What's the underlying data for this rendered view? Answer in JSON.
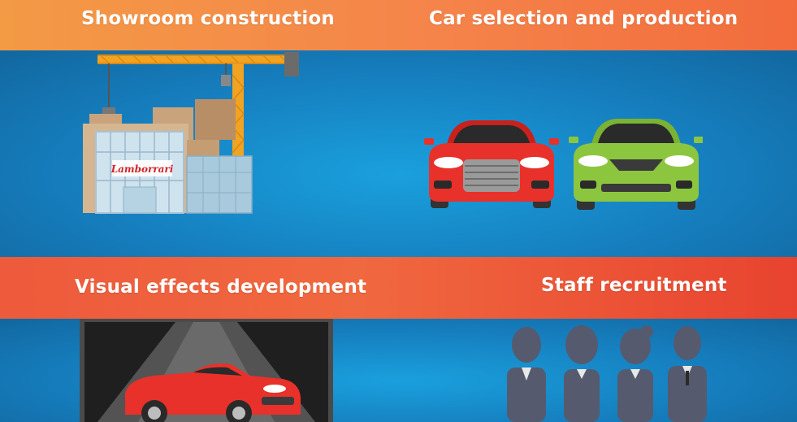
{
  "sections": [
    {
      "title": "Showroom construction"
    },
    {
      "title": "Car selection and production"
    },
    {
      "title": "Visual effects development"
    },
    {
      "title": "Staff recruitment"
    }
  ],
  "showroom_sign": "Lamborrari",
  "colors": {
    "band_orange": "#f5844a",
    "band_red": "#ee5a3c",
    "panel_blue": "#1a86c4",
    "car_red": "#e8312a",
    "car_green": "#8cc63f"
  }
}
